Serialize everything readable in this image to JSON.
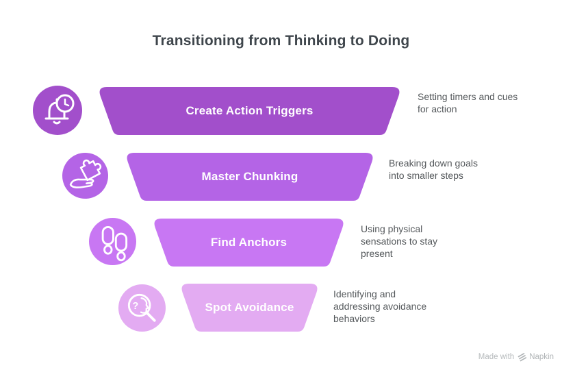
{
  "title": "Transitioning from Thinking to Doing",
  "steps": [
    {
      "label": "Create Action Triggers",
      "description": "Setting timers and cues for action",
      "icon": "bell-clock-icon",
      "color": "#a24fcb"
    },
    {
      "label": "Master Chunking",
      "description": "Breaking down goals into smaller steps",
      "icon": "hand-puzzle-icon",
      "color": "#b464e6"
    },
    {
      "label": "Find Anchors",
      "description": "Using physical sensations to stay present",
      "icon": "footprints-icon",
      "color": "#c877f3"
    },
    {
      "label": "Spot Avoidance",
      "description": "Identifying and addressing avoidance behaviors",
      "icon": "search-mind-icon",
      "color": "#e3abf2"
    }
  ],
  "watermark": {
    "prefix": "Made with",
    "brand": "Napkin"
  }
}
